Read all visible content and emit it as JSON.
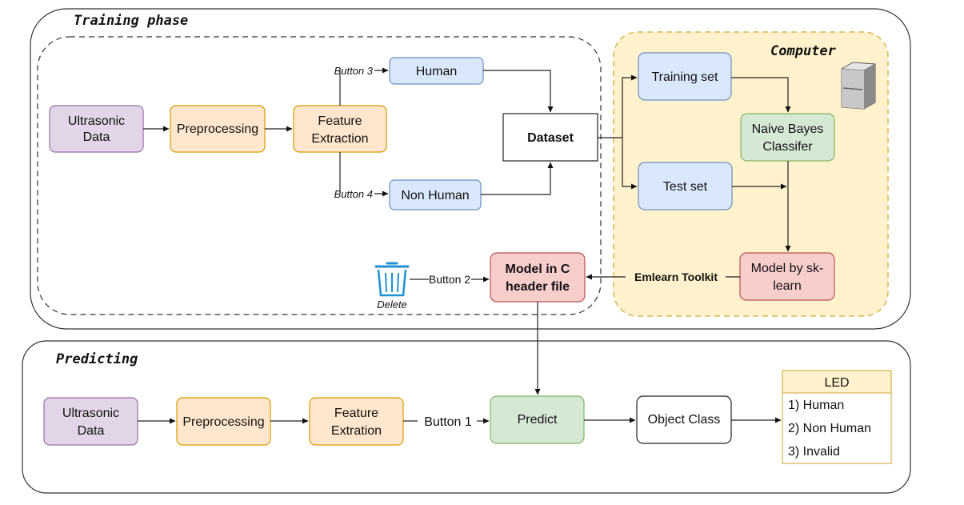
{
  "phases": {
    "training": "Training phase",
    "computer": "Computer",
    "predicting": "Predicting"
  },
  "training": {
    "ultrasonic": [
      "Ultrasonic",
      "Data"
    ],
    "preprocessing": "Preprocessing",
    "feature": [
      "Feature",
      "Extraction"
    ],
    "human": "Human",
    "non_human": "Non Human",
    "dataset": "Dataset",
    "button3": "Button 3",
    "button4": "Button 4",
    "model_c": [
      "Model in C",
      "header file"
    ],
    "delete_label": "Delete",
    "button2": "Button 2"
  },
  "computer": {
    "training_set": "Training set",
    "test_set": "Test set",
    "naive_bayes": [
      "Naive Bayes",
      "Classifer"
    ],
    "model_sklearn": [
      "Model by sk-",
      "learn"
    ],
    "emlearn": "Emlearn Toolkit"
  },
  "predicting": {
    "ultrasonic": [
      "Ultrasonic",
      "Data"
    ],
    "preprocessing": "Preprocessing",
    "feature": [
      "Feature",
      "Extration"
    ],
    "button1": "Button 1",
    "predict": "Predict",
    "object_class": "Object Class",
    "led_title": "LED",
    "led_items": [
      "1) Human",
      "2) Non Human",
      "3) Invalid"
    ]
  },
  "colors": {
    "purple_fill": "#e1d5e7",
    "purple_stroke": "#9673a6",
    "orange_fill": "#ffe6cc",
    "orange_stroke": "#d79b00",
    "blue_fill": "#dae8fc",
    "blue_stroke": "#6c8ebf",
    "green_fill": "#d5e8d4",
    "green_stroke": "#82b366",
    "red_fill": "#f8cecc",
    "red_stroke": "#b85450",
    "yellow_fill": "#fff2cc",
    "yellow_stroke": "#d6b656",
    "trash_blue": "#1e90d6"
  }
}
